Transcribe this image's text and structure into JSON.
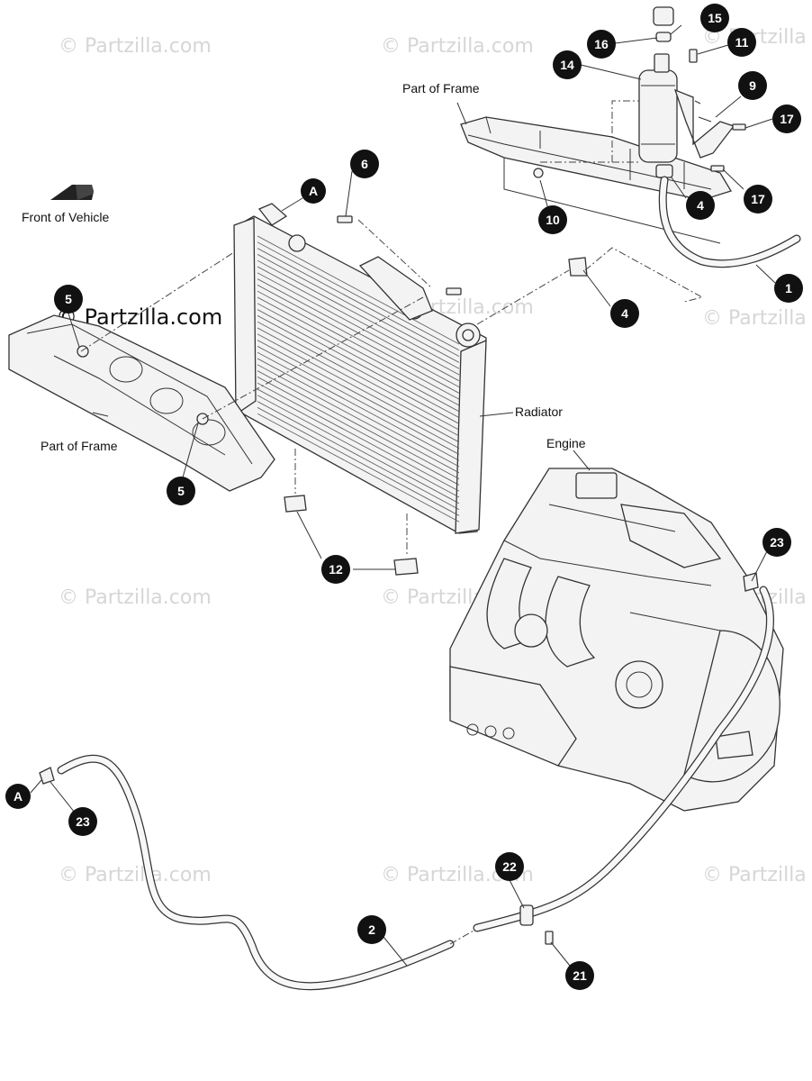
{
  "watermark": "© Partzilla.com",
  "watermark_short": "© Partzilla",
  "labels": {
    "front_of_vehicle": "Front of Vehicle",
    "part_of_frame_top": "Part of Frame",
    "part_of_frame_left": "Part of Frame",
    "radiator": "Radiator",
    "engine": "Engine"
  },
  "callouts": {
    "c1": "1",
    "c2": "2",
    "c4a": "4",
    "c4b": "4",
    "c5a": "5",
    "c5b": "5",
    "c6": "6",
    "c9": "9",
    "c10": "10",
    "c11": "11",
    "c12": "12",
    "c14": "14",
    "c15": "15",
    "c16": "16",
    "c17a": "17",
    "c17b": "17",
    "c21": "21",
    "c22": "22",
    "c23a": "23",
    "c23b": "23",
    "cA1": "A",
    "cA2": "A"
  },
  "colors": {
    "callout_fill": "#111111",
    "line": "#333333",
    "watermark": "#d6d6d6"
  }
}
